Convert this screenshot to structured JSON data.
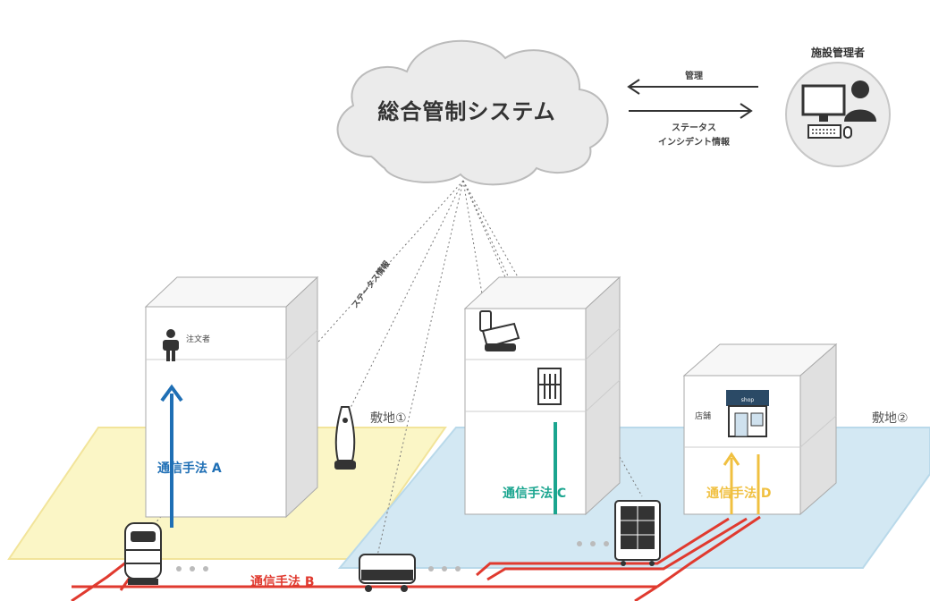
{
  "cloud": {
    "title": "総合管制システム"
  },
  "manager": {
    "title": "施設管理者"
  },
  "arrows": {
    "manage_label": "管理",
    "status_line1": "ステータス",
    "status_line2": "インシデント情報"
  },
  "status_info_label": "ステータス情報",
  "sites": {
    "site1": "敷地①",
    "site2": "敷地②"
  },
  "buildings": {
    "orderer_label": "注文者",
    "store_label": "店舗",
    "store_sign": "shop"
  },
  "methods": {
    "a": "通信手法 A",
    "b": "通信手法 B",
    "c": "通信手法 C",
    "d": "通信手法 D"
  },
  "colors": {
    "method_a": "#1f6fb5",
    "method_b": "#e03a2f",
    "method_c": "#1aa58f",
    "method_d": "#f0c040",
    "site1_fill": "#fbf6c6",
    "site2_fill": "#cfe6f2"
  }
}
